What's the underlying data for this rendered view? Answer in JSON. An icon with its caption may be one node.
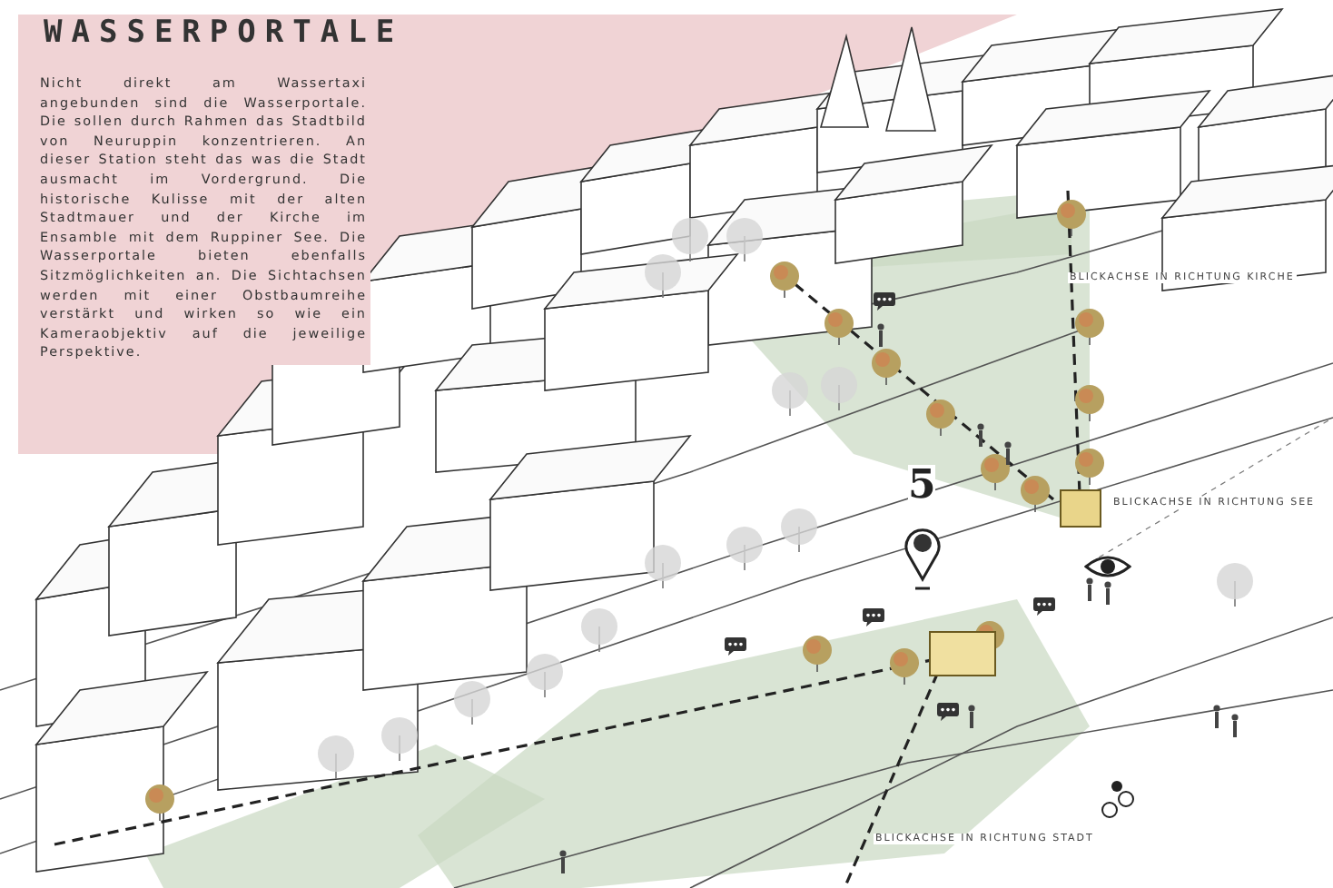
{
  "diagram": {
    "title": "WASSERPORTALE",
    "labels": [
      "Nicht direkt am Wassertaxi angebunden sind die Wasserportale. Die sollen durch Rahmen das Stadtbild von Neuruppin konzentrieren. An dieser Station steht das was die Stadt ausmacht im Vordergrund. Die historische Kulisse mit der alten Stadtmauer und der Kirche im Ensamble mit dem Ruppiner See. Die Wasserportale bieten ebenfalls Sitzmöglichkeiten an. Die Sichtachsen werden mit einer Obstbaumreihe verstärkt und wirken so wie ein Kameraobjektiv auf die jeweilige Perspektive.",
      "BLICKACHSE IN RICHTUNG KIRCHE",
      "5",
      "BLICKACHSE IN RICHTUNG SEE",
      "BLICKACHSE IN RICHTUNG STADT"
    ]
  }
}
